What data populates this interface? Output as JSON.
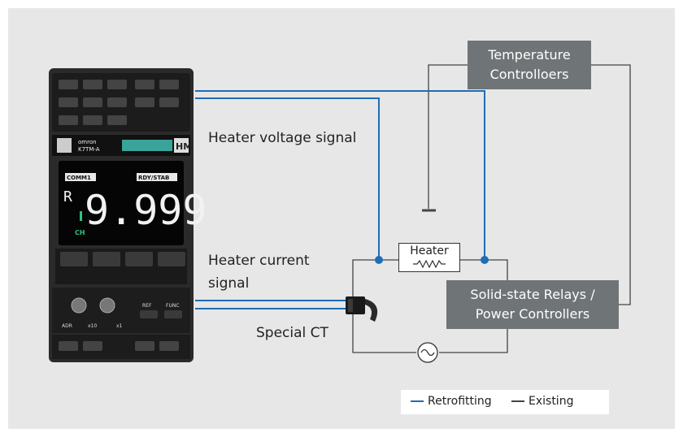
{
  "labels": {
    "heater_voltage": "Heater voltage signal",
    "heater_current_1": "Heater current",
    "heater_current_2": "signal",
    "special_ct": "Special CT"
  },
  "boxes": {
    "temperature_controllers_1": "Temperature",
    "temperature_controllers_2": "Controlloers",
    "ssr_1": "Solid-state Relays /",
    "ssr_2": "Power Controllers",
    "heater": "Heater"
  },
  "device": {
    "brand": "omron",
    "model": "K7TM-A",
    "badge": "HM",
    "top_left_label": "COMM1",
    "top_right_label": "RDY/STAB",
    "display_value": "9.999",
    "display_prefix": "R",
    "channel_label": "CH",
    "adr_label": "ADR",
    "x10_label": "x10",
    "x1_label": "x1",
    "ref_label": "REF",
    "func_label": "FUNC"
  },
  "legend": {
    "retrofitting": "Retrofitting",
    "existing": "Existing"
  },
  "colors": {
    "retrofitting": "#1f6db5",
    "existing": "#444444",
    "box_gray": "#6f7476",
    "background": "#e7e7e7"
  }
}
